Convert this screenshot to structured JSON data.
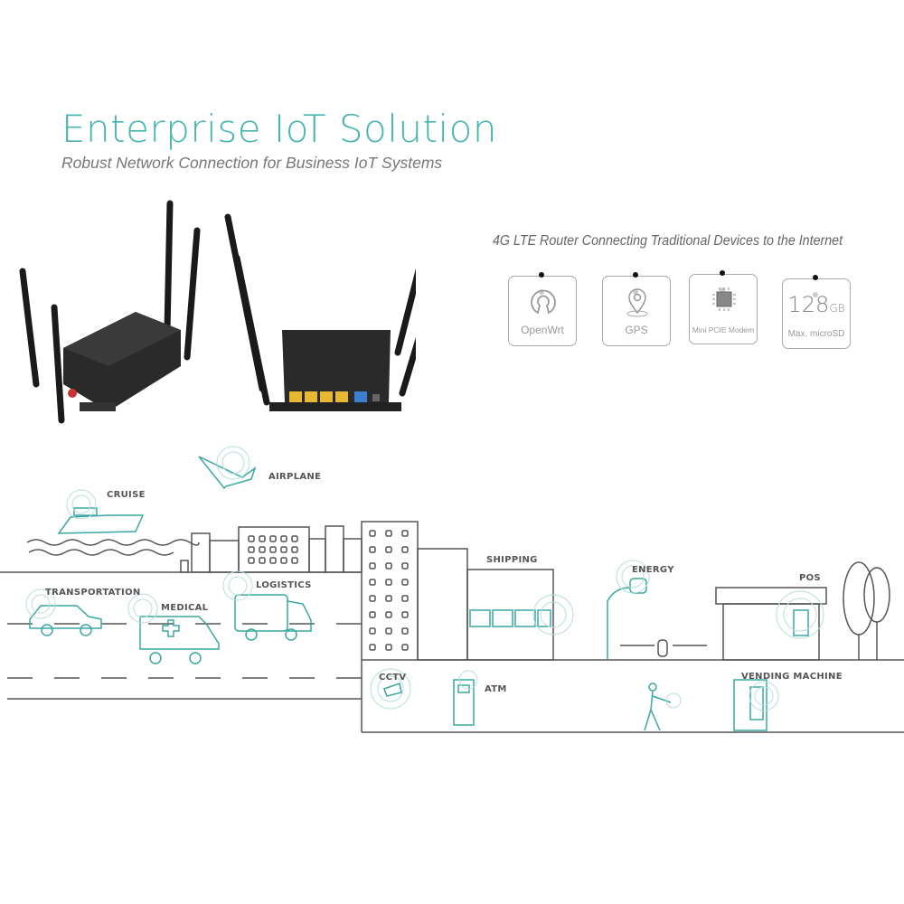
{
  "header": {
    "title": "Enterprise IoT Solution",
    "subtitle": "Robust Network Connection for Business IoT Systems"
  },
  "features": {
    "heading": "4G LTE Router Connecting Traditional Devices to the Internet",
    "items": [
      {
        "label": "OpenWrt",
        "icon": "openwrt-icon"
      },
      {
        "label": "GPS",
        "icon": "map-pin-icon"
      },
      {
        "label": "Mini PCIE Modem",
        "icon": "chip-icon"
      },
      {
        "label": "Max. microSD",
        "icon": "storage-icon",
        "value": "128",
        "unit": "GB"
      }
    ]
  },
  "scene": {
    "labels": {
      "airplane": "AIRPLANE",
      "cruise": "CRUISE",
      "transportation": "TRANSPORTATION",
      "medical": "MEDICAL",
      "logistics": "LOGISTICS",
      "shipping": "SHIPPING",
      "energy": "ENERGY",
      "pos": "POS",
      "cctv": "CCTV",
      "atm": "ATM",
      "vending": "VENDING MACHINE"
    }
  },
  "colors": {
    "accent": "#48b5b1",
    "line": "#555555",
    "router": "#2a2a2a",
    "port": "#e8b832"
  }
}
